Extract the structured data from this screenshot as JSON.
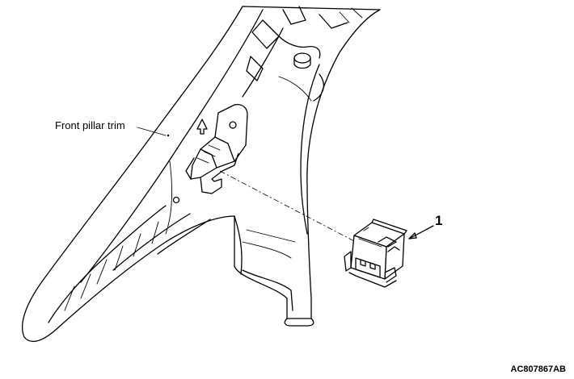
{
  "labels": {
    "front_pillar_trim": "Front pillar trim",
    "part_number": "1",
    "figure_code": "AC807867AB"
  },
  "icons": [
    "front-pillar-trim-drawing",
    "component-1-drawing",
    "leader-line",
    "arrow-up-icon"
  ],
  "colors": {
    "line": "#000000",
    "background": "#ffffff"
  }
}
